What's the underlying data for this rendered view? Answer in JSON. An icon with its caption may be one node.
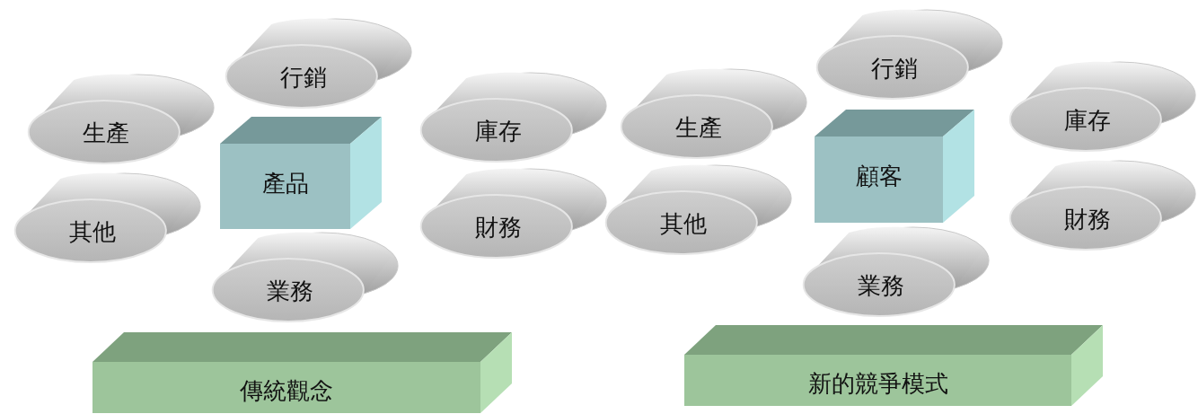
{
  "diagram": {
    "nodes": [
      {
        "text": [
          "行銷"
        ]
      },
      {
        "text": [
          "生產"
        ]
      },
      {
        "text": [
          "庫存"
        ]
      },
      {
        "text": [
          "產品"
        ]
      },
      {
        "text": [
          "其他"
        ]
      },
      {
        "text": [
          "財務"
        ]
      },
      {
        "text": [
          "業務"
        ]
      },
      {
        "text": [
          "傳統觀念"
        ]
      },
      {
        "text": [
          "行銷"
        ]
      },
      {
        "text": [
          "生產"
        ]
      },
      {
        "text": [
          "庫存"
        ]
      },
      {
        "text": [
          "顧客"
        ]
      },
      {
        "text": [
          "其他"
        ]
      },
      {
        "text": [
          "財務"
        ]
      },
      {
        "text": [
          "業務"
        ]
      },
      {
        "text": [
          "新的競爭模式"
        ]
      }
    ],
    "edges": []
  }
}
